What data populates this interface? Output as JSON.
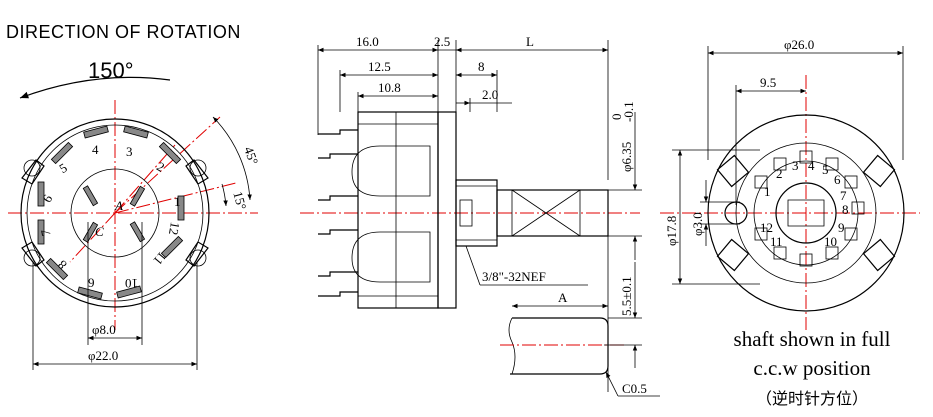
{
  "front_view": {
    "title": "DIRECTION OF ROTATION",
    "rotation_angle": "150°",
    "angle_45": "45°",
    "angle_15": "15°",
    "positions": [
      "1",
      "2",
      "3",
      "4",
      "5",
      "6",
      "7",
      "8",
      "9",
      "10",
      "11",
      "12"
    ],
    "pole_a": "A",
    "pole_c": "C",
    "dim_inner": "φ8.0",
    "dim_outer": "φ22.0"
  },
  "side_view": {
    "dim_16": "16.0",
    "dim_25": "2.5",
    "dim_L": "L",
    "dim_125": "12.5",
    "dim_8": "8",
    "dim_108": "10.8",
    "dim_20": "2.0",
    "dim_shaft": "φ6.35",
    "dim_shaft_tol_upper": "0",
    "dim_shaft_tol_lower": "-0.1",
    "thread": "3/8\"-32NEF",
    "dim_55": "5.5±0.1",
    "dim_A": "A",
    "chamfer": "C0.5"
  },
  "rear_view": {
    "dim_26": "φ26.0",
    "dim_95": "9.5",
    "dim_178": "φ17.8",
    "dim_30": "φ3.0",
    "positions": [
      "1",
      "2",
      "3",
      "4",
      "5",
      "6",
      "7",
      "8",
      "9",
      "10",
      "11",
      "12"
    ],
    "caption_line1": "shaft shown in full",
    "caption_line2": "c.c.w position",
    "caption_line3": "（逆时针方位）"
  }
}
